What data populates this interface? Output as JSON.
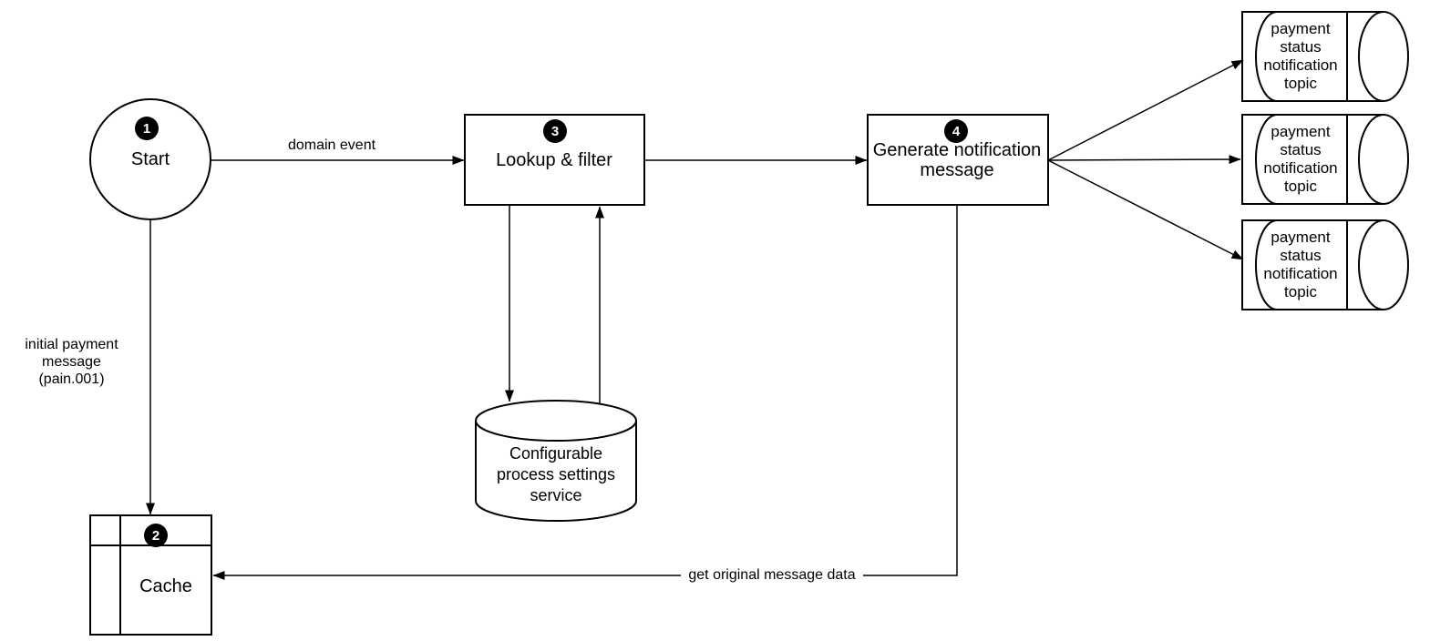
{
  "diagram": {
    "background_color": "#ffffff",
    "stroke_color": "#000000",
    "badge_bg_color": "#000000",
    "badge_text_color": "#ffffff",
    "nodes": {
      "start": {
        "badge": "1",
        "label": "Start"
      },
      "cache": {
        "badge": "2",
        "label": "Cache"
      },
      "lookup_filter": {
        "badge": "3",
        "label": "Lookup & filter"
      },
      "generate_notification": {
        "badge": "4",
        "label": "Generate notification message"
      },
      "settings_service": {
        "label": "Configurable process settings service"
      },
      "topics": [
        {
          "label": "payment status notification topic"
        },
        {
          "label": "payment status notification topic"
        },
        {
          "label": "payment status notification topic"
        }
      ]
    },
    "edge_labels": {
      "domain_event": "domain event",
      "initial_payment": "initial payment message (pain.001)",
      "get_original_message": "get original message data"
    }
  }
}
